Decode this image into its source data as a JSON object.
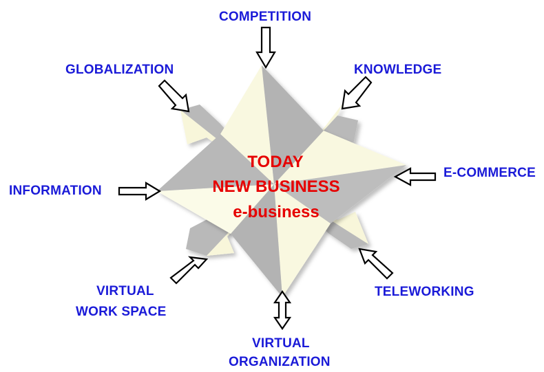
{
  "center": {
    "line1": "TODAY",
    "line2": "NEW BUSINESS",
    "line3": "e-business"
  },
  "labels": {
    "competition": "COMPETITION",
    "globalization": "GLOBALIZATION",
    "knowledge": "KNOWLEDGE",
    "information": "INFORMATION",
    "ecommerce": "E-COMMERCE",
    "virtual_work_space_1": "VIRTUAL",
    "virtual_work_space_2": "WORK SPACE",
    "teleworking": "TELEWORKING",
    "virtual_organization_1": "VIRTUAL",
    "virtual_organization_2": "ORGANIZATION"
  },
  "colors": {
    "label": "#1a1ad8",
    "center_text": "#e60000",
    "star_gray": "#b4b4b4",
    "star_light": "#fbfbe4"
  }
}
